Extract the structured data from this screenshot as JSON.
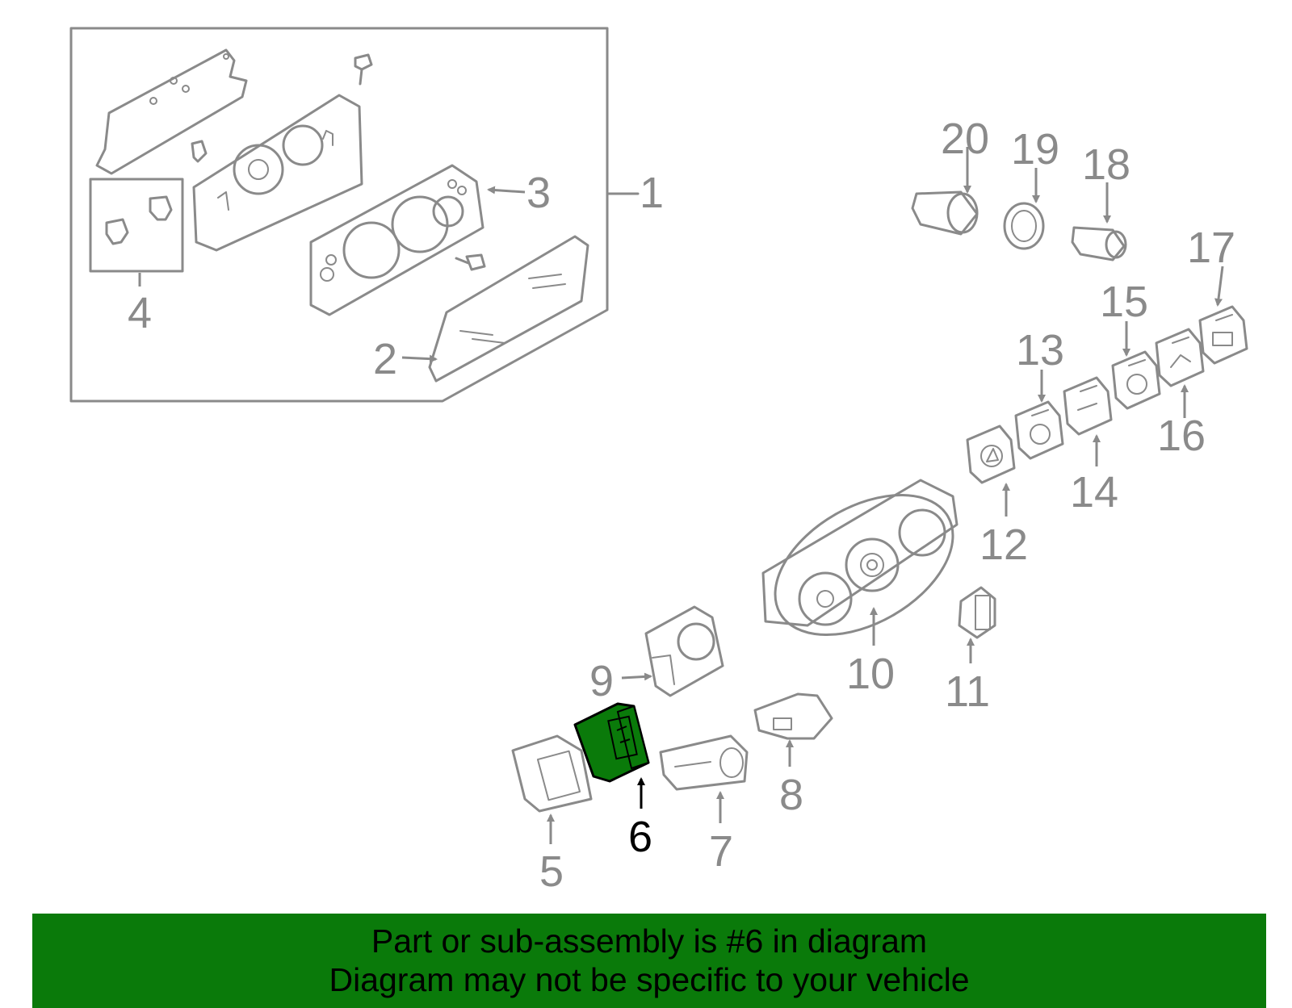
{
  "colors": {
    "line": "#8a8a8a",
    "highlight_fill": "#0a7a0a",
    "banner_bg": "#0a7a0a",
    "text_highlight": "#000000"
  },
  "callouts": {
    "c1": "1",
    "c2": "2",
    "c3": "3",
    "c4": "4",
    "c5": "5",
    "c6": "6",
    "c7": "7",
    "c8": "8",
    "c9": "9",
    "c10": "10",
    "c11": "11",
    "c12": "12",
    "c13": "13",
    "c14": "14",
    "c15": "15",
    "c16": "16",
    "c17": "17",
    "c18": "18",
    "c19": "19",
    "c20": "20"
  },
  "highlighted_part": "6",
  "banner": {
    "line1": "Part or sub-assembly is #6 in diagram",
    "line2": "Diagram may not be specific to your vehicle"
  }
}
